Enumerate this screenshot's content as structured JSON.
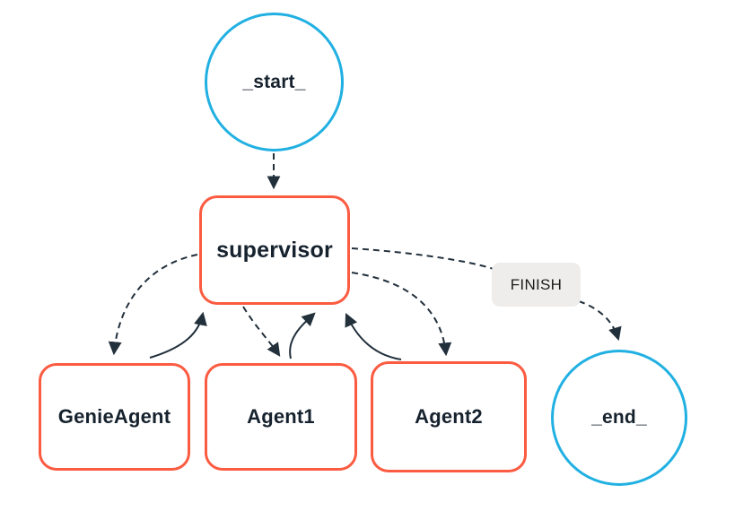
{
  "diagram": {
    "type": "agent-graph",
    "nodes": [
      {
        "id": "start",
        "label": "_start_",
        "shape": "circle",
        "stroke": "#21b0e2"
      },
      {
        "id": "supervisor",
        "label": "supervisor",
        "shape": "box",
        "stroke": "#fb5b41"
      },
      {
        "id": "genie",
        "label": "GenieAgent",
        "shape": "box",
        "stroke": "#fb5b41"
      },
      {
        "id": "agent1",
        "label": "Agent1",
        "shape": "box",
        "stroke": "#fb5b41"
      },
      {
        "id": "agent2",
        "label": "Agent2",
        "shape": "box",
        "stroke": "#fb5b41"
      },
      {
        "id": "end",
        "label": "_end_",
        "shape": "circle",
        "stroke": "#21b0e2"
      }
    ],
    "edges": [
      {
        "from": "_start_",
        "to": "supervisor",
        "style": "dashed"
      },
      {
        "from": "supervisor",
        "to": "GenieAgent",
        "style": "dashed"
      },
      {
        "from": "GenieAgent",
        "to": "supervisor",
        "style": "solid"
      },
      {
        "from": "supervisor",
        "to": "Agent1",
        "style": "dashed"
      },
      {
        "from": "Agent1",
        "to": "supervisor",
        "style": "solid"
      },
      {
        "from": "supervisor",
        "to": "Agent2",
        "style": "dashed"
      },
      {
        "from": "Agent2",
        "to": "supervisor",
        "style": "solid"
      },
      {
        "from": "supervisor",
        "to": "_end_",
        "style": "dashed",
        "label": "FINISH"
      }
    ],
    "colors": {
      "circle_stroke": "#21b0e2",
      "box_stroke": "#fb5b41",
      "edge_stroke": "#22303c",
      "node_text": "#16222e",
      "edge_label_bg": "#eeedeb",
      "background": "#ffffff"
    }
  }
}
